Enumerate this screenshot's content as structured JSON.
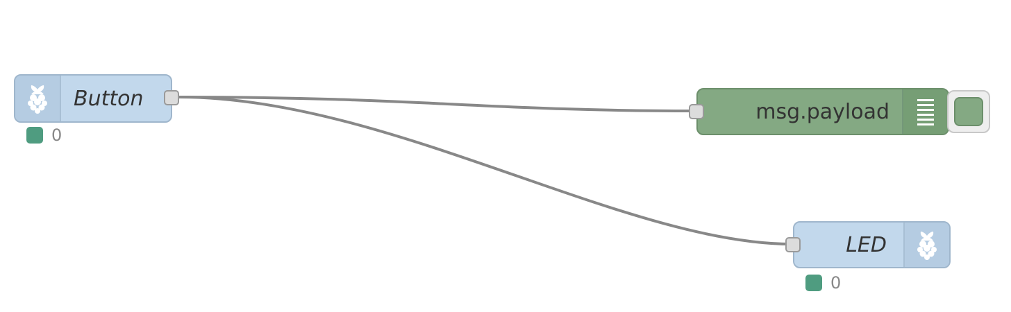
{
  "flow": {
    "nodes": {
      "button": {
        "label": "Button",
        "icon": "raspberry-pi-icon",
        "status_text": "0",
        "status_color": "#4f9c80"
      },
      "debug": {
        "label": "msg.payload",
        "icon": "debug-list-icon"
      },
      "led": {
        "label": "LED",
        "icon": "raspberry-pi-icon",
        "status_text": "0",
        "status_color": "#4f9c80"
      }
    },
    "wires": [
      {
        "from": "button",
        "to": "debug"
      },
      {
        "from": "button",
        "to": "led"
      }
    ]
  },
  "colors": {
    "rpi_node": "#c2d8ec",
    "debug_node": "#84a983",
    "wire": "#888888",
    "status_green": "#4f9c80"
  }
}
